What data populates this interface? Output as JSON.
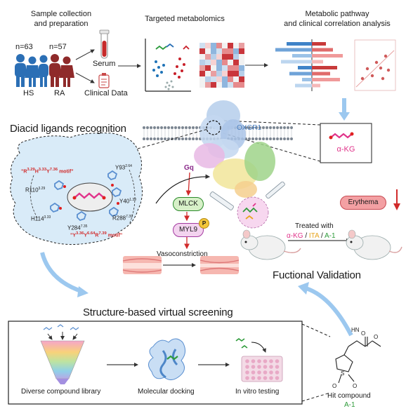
{
  "top": {
    "sample_title": "Sample collection\nand preparation",
    "metabolomics_title": "Targeted metabolomics",
    "pathway_title": "Metabolic pathway\nand clinical correlation analysis",
    "n_hs": "n=63",
    "n_ra": "n=57",
    "hs_label": "HS",
    "ra_label": "RA",
    "serum_label": "Serum",
    "clinical_label": "Clinical Data"
  },
  "diacid": {
    "title": "Diacid ligands recognition",
    "motif_top": "\"R3.29H3.33Y7.36 motif\"",
    "motif_bottom": "\"Y3.36Y6.64R7.39 motif\"",
    "residues": [
      "R110",
      "H114",
      "Y93",
      "Y40",
      "R288",
      "Y284"
    ],
    "residue_sups": [
      "3.29",
      "3.33",
      "2.64",
      "1.39",
      "7.39",
      "7.35"
    ]
  },
  "receptor": {
    "name": "OXGR1",
    "gq": "Gq",
    "mlck": "MLCK",
    "myl9": "MYL9",
    "phospho": "P",
    "vaso": "Vasoconstriction"
  },
  "akg_box": {
    "label": "α-KG"
  },
  "validation": {
    "erythema": "Erythema",
    "treated_prefix": "Treated with",
    "t1": "α-KG",
    "sep1": " / ",
    "t2": "ITA",
    "sep2": " / ",
    "t3": "A-1",
    "title": "Fuctional Validation"
  },
  "screening": {
    "title": "Structure-based virtual screening",
    "step1": "Diverse compound library",
    "step2": "Molecular docking",
    "step3": "In vitro testing"
  },
  "hit": {
    "label": "Hit compound",
    "name": "A-1",
    "atoms": [
      "HN",
      "O",
      "O",
      "S",
      "O",
      "O"
    ]
  },
  "colors": {
    "hs_blue": "#2b6fb5",
    "ra_red": "#8f2a2a",
    "arrow_blue": "#9cc8ef",
    "akg_pink": "#e0338a",
    "ita_yellow": "#e7a51f",
    "a1_green": "#2e9b3a",
    "motif_red": "#d12b2b",
    "pocket_fill": "#d9ebf8"
  }
}
